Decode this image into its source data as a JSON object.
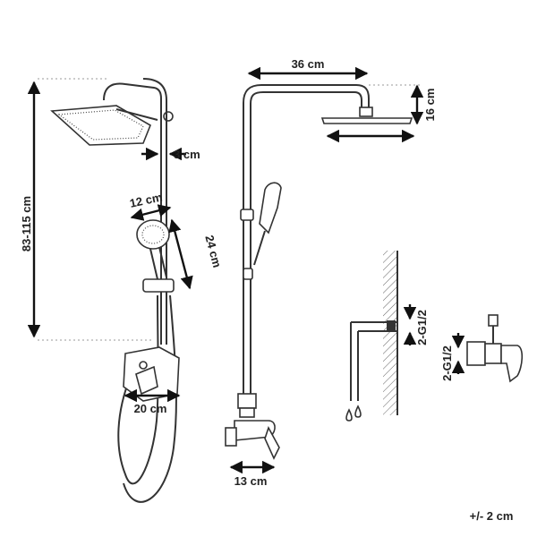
{
  "dimensions": {
    "head_width": "36 cm",
    "head_height": "16 cm",
    "pipe_offset": "3 cm",
    "total_height": "83-115 cm",
    "handshower_width": "12 cm",
    "handshower_length": "24 cm",
    "mixer_width": "20 cm",
    "mixer_depth": "13 cm",
    "thread_wall": "2-G1/2",
    "thread_mixer": "2-G1/2",
    "tolerance": "+/- 2 cm"
  }
}
